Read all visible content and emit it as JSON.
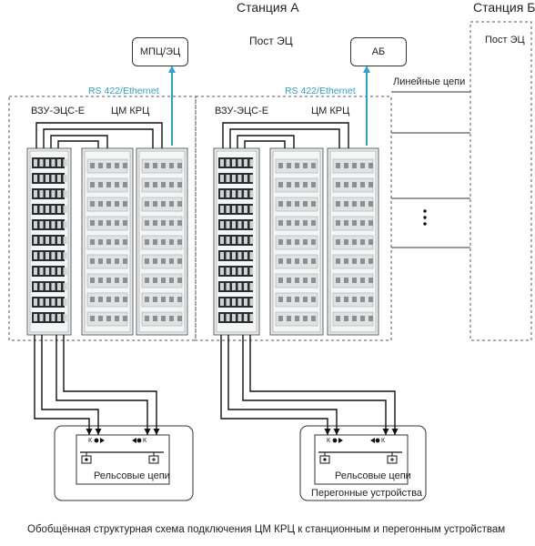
{
  "station_a": "Станция А",
  "station_b": "Станция Б",
  "post_ec": "Пост ЭЦ",
  "post_ec_b": "Пост ЭЦ",
  "mpc_box": "МПЦ/ЭЦ",
  "ab_box": "АБ",
  "rs_left": "RS 422/Ethernet",
  "rs_right": "RS 422/Ethernet",
  "line_circuits": "Линейные цепи",
  "vzu_left": "ВЗУ-ЭЦС-Е",
  "cm_left": "ЦМ КРЦ",
  "vzu_right": "ВЗУ-ЭЦС-Е",
  "cm_right": "ЦМ КРЦ",
  "track_left": "Рельсовые цепи",
  "track_right": "Рельсовые цепи",
  "haul_devices": "Перегонные устройства",
  "caption": "Обобщённая структурная схема подключения ЦМ КРЦ к станционным и перегонным устройствам",
  "terminal_k": "К",
  "colors": {
    "accent": "#29a3d6",
    "wire": "#111111",
    "dash": "#555555"
  }
}
